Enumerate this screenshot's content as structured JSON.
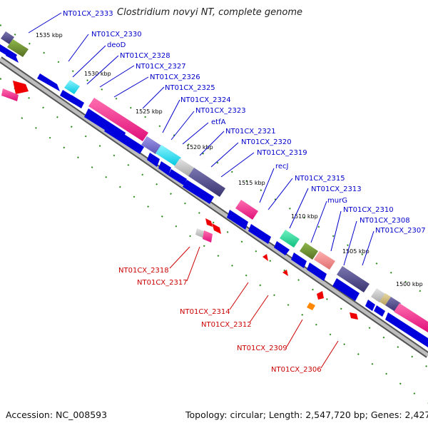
{
  "title": "Clostridium novyi NT, complete genome",
  "accession": "Accession: NC_008593",
  "summary": "Topology: circular; Length: 2,547,720 bp; Genes: 2,427",
  "colors": {
    "fwd_label": "#0000cc",
    "rev_label": "#cc0000",
    "cds": "#0000dd",
    "rna": "#ff0000",
    "tick": "#2a8a1a",
    "backbone": "#aaaaaa"
  },
  "ticks": [
    {
      "label": "1535 kbp"
    },
    {
      "label": "1530 kbp"
    },
    {
      "label": "1525 kbp"
    },
    {
      "label": "1520 kbp"
    },
    {
      "label": "1515 kbp"
    },
    {
      "label": "1510 kbp"
    },
    {
      "label": "1505 kbp"
    },
    {
      "label": "1500 kbp"
    }
  ],
  "forward_labels": [
    {
      "name": "NT01CX_2333"
    },
    {
      "name": "NT01CX_2330"
    },
    {
      "name": "deoD"
    },
    {
      "name": "NT01CX_2328"
    },
    {
      "name": "NT01CX_2327"
    },
    {
      "name": "NT01CX_2326"
    },
    {
      "name": "NT01CX_2325"
    },
    {
      "name": "NT01CX_2324"
    },
    {
      "name": "NT01CX_2323"
    },
    {
      "name": "etfA"
    },
    {
      "name": "NT01CX_2321"
    },
    {
      "name": "NT01CX_2320"
    },
    {
      "name": "NT01CX_2319"
    },
    {
      "name": "recJ"
    },
    {
      "name": "NT01CX_2315"
    },
    {
      "name": "NT01CX_2313"
    },
    {
      "name": "murG"
    },
    {
      "name": "NT01CX_2310"
    },
    {
      "name": "NT01CX_2308"
    },
    {
      "name": "NT01CX_2307"
    }
  ],
  "reverse_labels": [
    {
      "name": "NT01CX_2318"
    },
    {
      "name": "NT01CX_2317"
    },
    {
      "name": "NT01CX_2314"
    },
    {
      "name": "NT01CX_2312"
    },
    {
      "name": "NT01CX_2309"
    },
    {
      "name": "NT01CX_2306"
    }
  ]
}
